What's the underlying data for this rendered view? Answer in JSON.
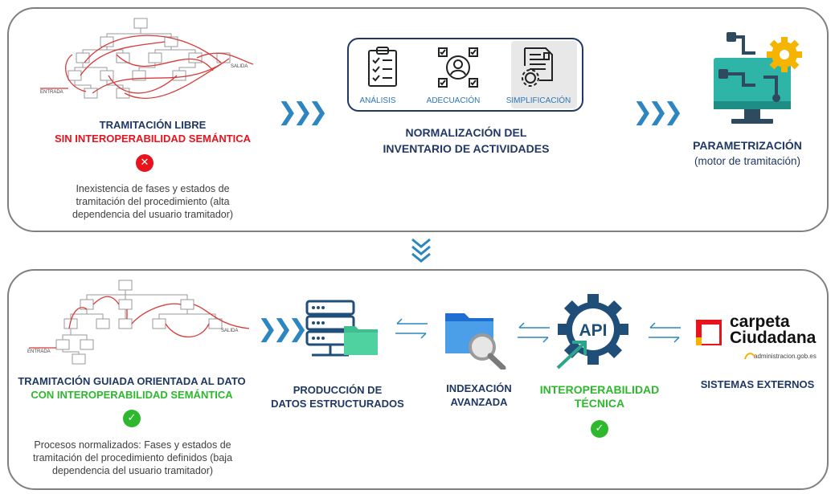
{
  "top": {
    "libre": {
      "title1": "TRAMITACIÓN LIBRE",
      "title2": "SIN INTEROPERABILIDAD SEMÁNTICA",
      "desc": [
        "Inexistencia de fases y estados de",
        "tramitación del procedimiento (alta",
        "dependencia del usuario tramitador)"
      ],
      "entrada": "ENTRADA",
      "salida": "SALIDA"
    },
    "norm": {
      "labels": [
        "ANÁLISIS",
        "ADECUACIÓN",
        "SIMPLIFICACIÓN"
      ],
      "title1": "NORMALIZACIÓN DEL",
      "title2": "INVENTARIO DE ACTIVIDADES"
    },
    "param": {
      "title": "PARAMETRIZACIÓN",
      "sub": "(motor de tramitación)"
    }
  },
  "bottom": {
    "guiada": {
      "title1": "TRAMITACIÓN GUIADA ORIENTADA AL DATO",
      "title2": "CON INTEROPERABILIDAD SEMÁNTICA",
      "desc": [
        "Procesos normalizados: Fases y estados de",
        "tramitación del procedimiento definidos (baja",
        "dependencia del usuario tramitador)"
      ],
      "entrada": "ENTRADA",
      "salida": "SALIDA"
    },
    "produccion": {
      "title1": "PRODUCCIÓN DE",
      "title2": "DATOS ESTRUCTURADOS"
    },
    "indexacion": {
      "title1": "INDEXACIÓN",
      "title2": "AVANZADA"
    },
    "interop": {
      "title1": "INTEROPERABILIDAD",
      "title2": "TÉCNICA",
      "api": "API"
    },
    "externos": {
      "title": "SISTEMAS EXTERNOS",
      "logo1": "carpeta",
      "logo2": "Ciudadana",
      "logo_sub": "administracion.gob.es"
    }
  },
  "colors": {
    "accent": "#2e86c1",
    "navy": "#1f3864",
    "red": "#e8131c",
    "green": "#2eb82e"
  }
}
